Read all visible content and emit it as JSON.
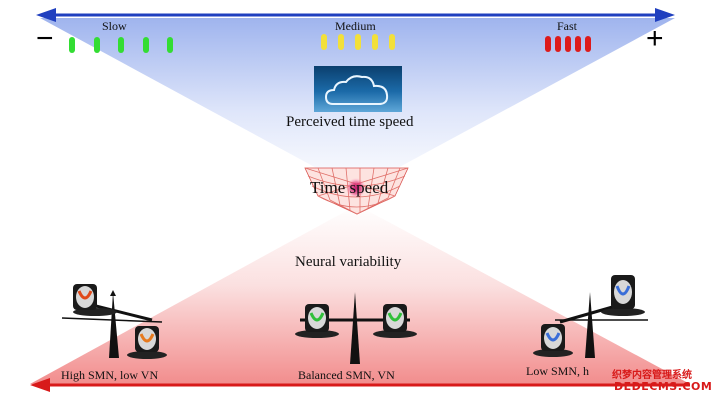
{
  "speed_scale": {
    "minus_symbol": "−",
    "plus_symbol": "+",
    "slow_label": "Slow",
    "medium_label": "Medium",
    "fast_label": "Fast",
    "slow_color": "#33dd33",
    "medium_color": "#f2e03a",
    "fast_color": "#dd1a1a",
    "top_arrow_color": "#1f3fbf",
    "bottom_arrow_color": "#d81a1a"
  },
  "center": {
    "perceived_label": "Perceived time speed",
    "time_speed_label": "Time speed",
    "neural_label": "Neural variability"
  },
  "balances": {
    "left_label": "High SMN, low VN",
    "middle_label": "Balanced SMN, VN",
    "right_label": "Low SMN, h"
  },
  "watermark": {
    "line1": "织梦内容管理系统",
    "line2": "DEDECMS.COM"
  }
}
